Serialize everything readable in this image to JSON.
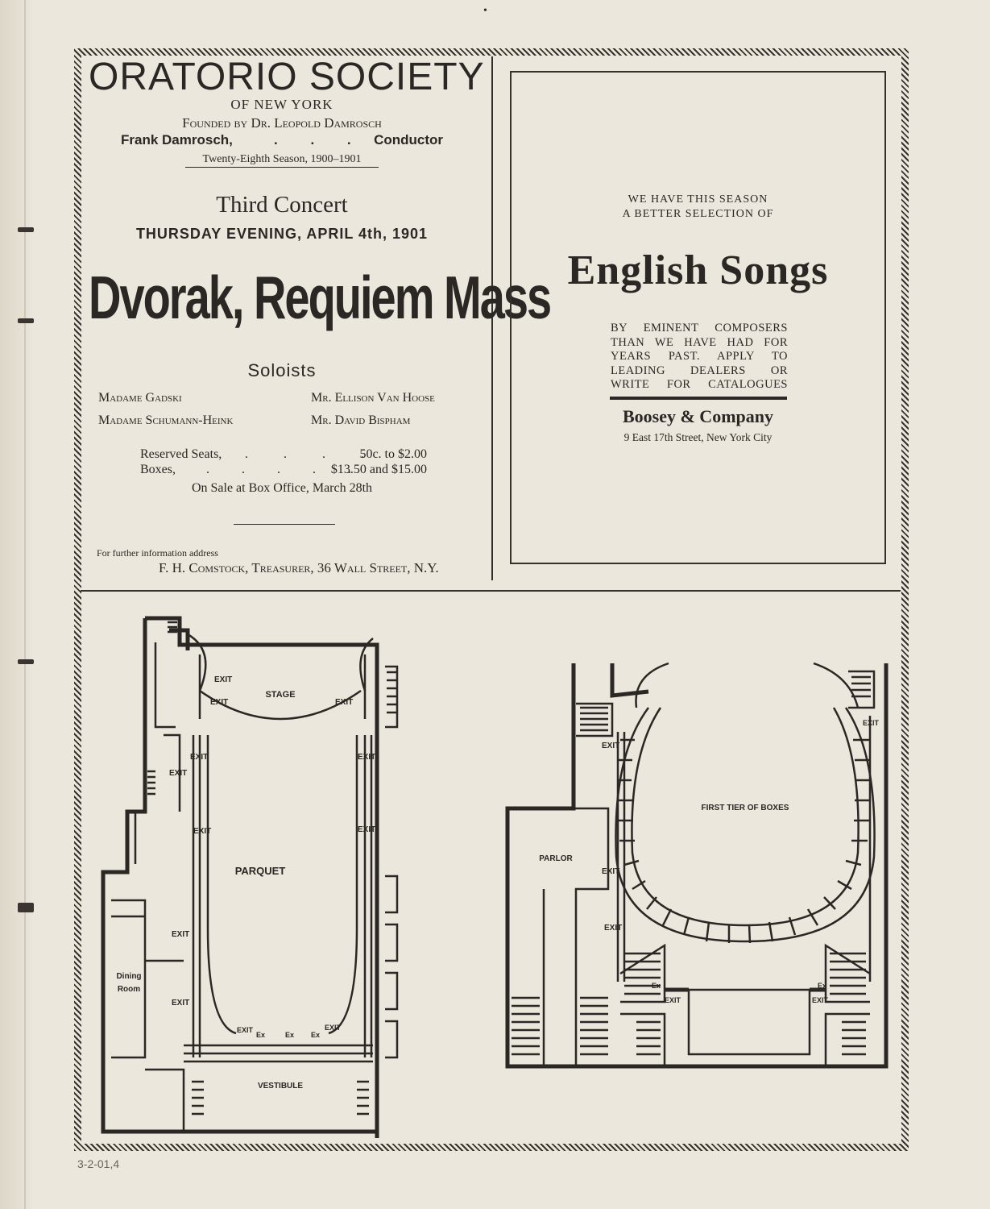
{
  "page_number": "•",
  "pencil_note": "3-2-01,4",
  "oratorio": {
    "title": "ORATORIO SOCIETY",
    "subtitle": "OF NEW YORK",
    "founded": "Founded by Dr. Leopold Damrosch",
    "conductor_name": "Frank Damrosch,",
    "conductor_dots": ". . .",
    "conductor_role": "Conductor",
    "season": "Twenty-Eighth Season, 1900–1901",
    "concert": "Third Concert",
    "date": "THURSDAY EVENING, APRIL 4th, 1901",
    "work": "Dvorak, Requiem Mass",
    "soloists_heading": "Soloists",
    "soloists": [
      "Madame Gadski",
      "Mr. Ellison Van Hoose",
      "Madame Schumann-Heink",
      "Mr. David Bispham"
    ],
    "seats_label": "Reserved Seats,",
    "seats_dots": ". . . .",
    "seats_price": "50c. to $2.00",
    "boxes_label": "Boxes,",
    "boxes_dots": ". . . . .",
    "boxes_price": "$13.50 and $15.00",
    "sale": "On Sale at Box Office, March 28th",
    "info_label": "For further information address",
    "info_address": "F. H. Comstock, Treasurer, 36 Wall Street, N.Y."
  },
  "ad": {
    "line1": "WE HAVE THIS SEASON",
    "line2": "A BETTER SELECTION OF",
    "headline": "English Songs",
    "body": [
      "BY EMINENT COMPOSERS",
      "THAN WE HAVE HAD FOR",
      "YEARS PAST. APPLY TO",
      "LEADING DEALERS OR",
      "WRITE FOR CATALOGUES"
    ],
    "company": "Boosey & Company",
    "address": "9 East 17th Street, New York City"
  },
  "plan_left": {
    "stage": "STAGE",
    "parquet": "PARQUET",
    "vestibule": "VESTIBULE",
    "dining1": "Dining",
    "dining2": "Room",
    "exit": "EXIT",
    "ex": "Ex"
  },
  "plan_right": {
    "tier": "FIRST TIER OF BOXES",
    "parlor": "PARLOR",
    "exit": "EXIT",
    "ex": "Ex"
  }
}
